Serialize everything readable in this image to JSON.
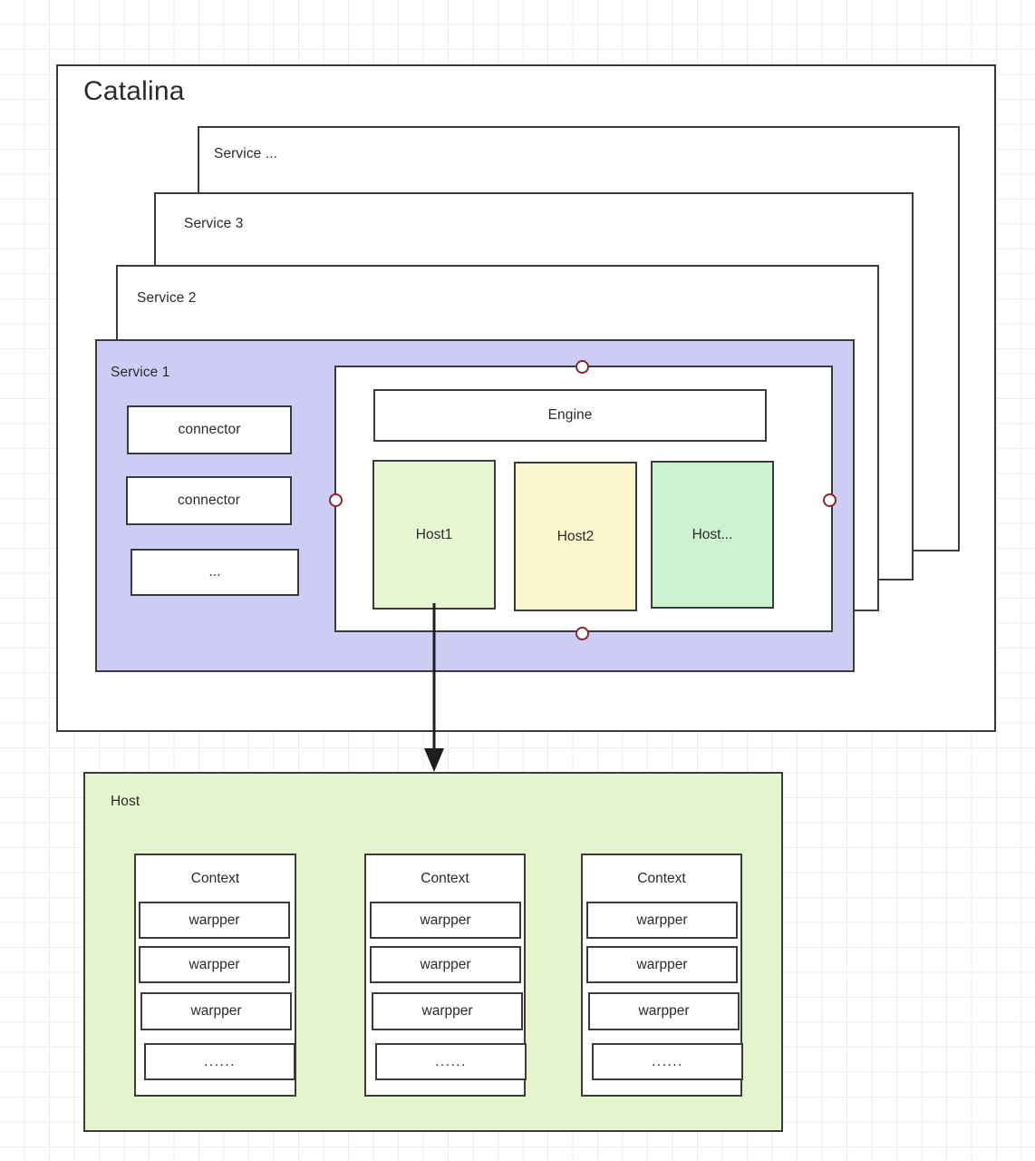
{
  "diagram": {
    "title": "Catalina",
    "catalina": {
      "label": "Catalina",
      "services": [
        {
          "label": "Service ..."
        },
        {
          "label": "Service 3"
        },
        {
          "label": "Service 2"
        },
        {
          "label": "Service 1"
        }
      ],
      "service_1": {
        "label": "Service 1",
        "fill": "#ccccf4",
        "connectors": [
          {
            "label": "connector"
          },
          {
            "label": "connector"
          },
          {
            "label": "..."
          }
        ],
        "engine": {
          "label": "Engine",
          "hosts": [
            {
              "label": "Host1",
              "fill": "#e6f7d2"
            },
            {
              "label": "Host2",
              "fill": "#fcf6cd"
            },
            {
              "label": "Host...",
              "fill": "#cdf2d0"
            }
          ],
          "anchors": [
            {
              "position": "top"
            },
            {
              "position": "right"
            },
            {
              "position": "bottom"
            },
            {
              "position": "left"
            }
          ]
        }
      }
    },
    "host_detail": {
      "label": "Host",
      "fill": "#e4f5ce",
      "contexts": [
        {
          "label": "Context",
          "wrappers": [
            {
              "label": "warpper"
            },
            {
              "label": "warpper"
            },
            {
              "label": "warpper"
            },
            {
              "label": "......"
            }
          ]
        },
        {
          "label": "Context",
          "wrappers": [
            {
              "label": "warpper"
            },
            {
              "label": "warpper"
            },
            {
              "label": "warpper"
            },
            {
              "label": "......"
            }
          ]
        },
        {
          "label": "Context",
          "wrappers": [
            {
              "label": "warpper"
            },
            {
              "label": "warpper"
            },
            {
              "label": "warpper"
            },
            {
              "label": "......"
            }
          ]
        }
      ]
    },
    "connection": {
      "from": "Host1",
      "to": "Host",
      "style": "solid-arrow"
    },
    "colors": {
      "stroke": "#3b3b3b",
      "anchor_stroke": "#8a2530",
      "grid": "#ededed",
      "background": "#ffffff",
      "text": "#2b2b2b"
    }
  }
}
